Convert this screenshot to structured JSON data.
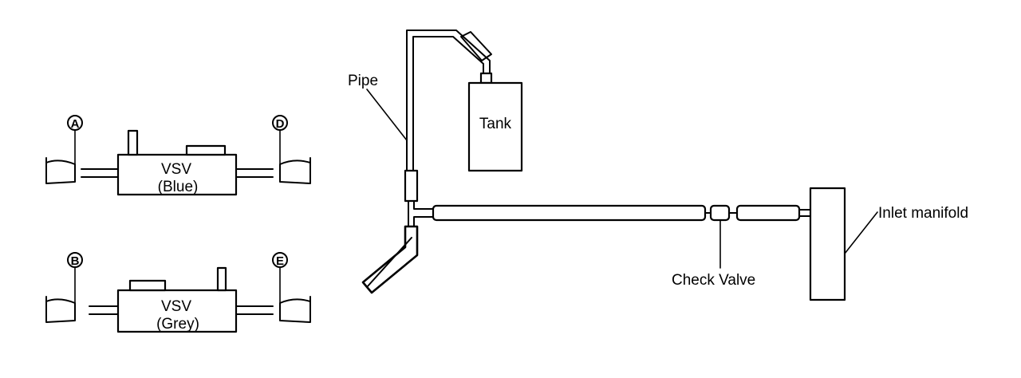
{
  "connectors": {
    "a": "A",
    "b": "B",
    "d": "D",
    "e": "E"
  },
  "vsv_blue": {
    "line1": "VSV",
    "line2": "(Blue)"
  },
  "vsv_grey": {
    "line1": "VSV",
    "line2": "(Grey)"
  },
  "labels": {
    "pipe": "Pipe",
    "tank": "Tank",
    "check_valve": "Check Valve",
    "inlet_manifold": "Inlet manifold"
  }
}
